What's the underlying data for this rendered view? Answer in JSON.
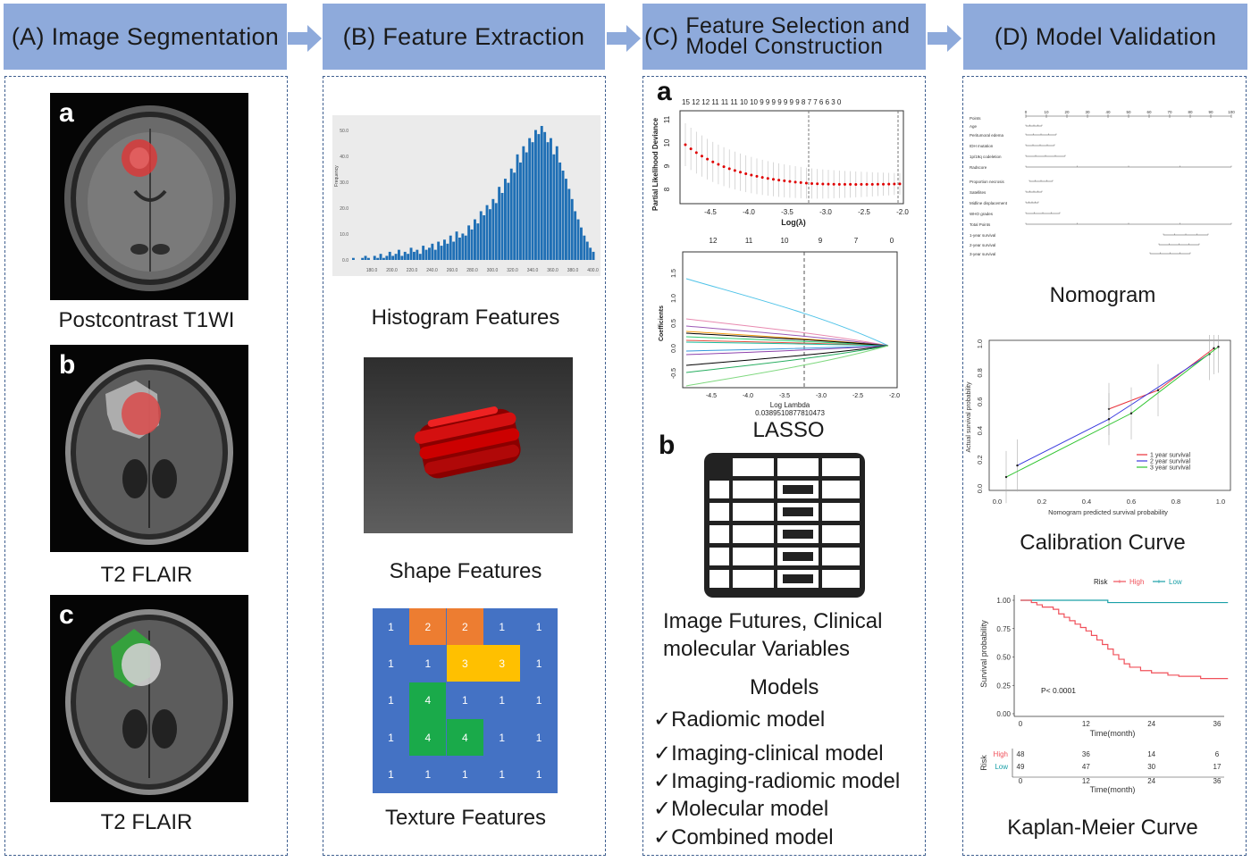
{
  "steps": [
    {
      "label": "(A) Image Segmentation"
    },
    {
      "label": "(B) Feature Extraction"
    },
    {
      "label": "(C) Feature Selection and Model Construction",
      "line1": "Feature Selection and",
      "line2": "Model Construction",
      "prefix": "(C)"
    },
    {
      "label": "(D) Model Validation"
    }
  ],
  "colors": {
    "header": "#8eaadb",
    "arrow": "#8eaadb",
    "panel_border": "#3f5f8f"
  },
  "panel_a": {
    "images": [
      {
        "letter": "a",
        "caption": "Postcontrast T1WI"
      },
      {
        "letter": "b",
        "caption": "T2 FLAIR"
      },
      {
        "letter": "c",
        "caption": "T2 FLAIR"
      }
    ]
  },
  "panel_b": {
    "histogram_caption": "Histogram Features",
    "histogram_y_ticks": [
      "0.0",
      "10.0",
      "20.0",
      "30.0",
      "40.0",
      "50.0"
    ],
    "histogram_y_label": "Frequency",
    "shape_caption": "Shape Features",
    "texture_caption": "Texture Features",
    "texture_grid": [
      [
        1,
        2,
        2,
        1,
        1
      ],
      [
        1,
        1,
        3,
        3,
        1
      ],
      [
        1,
        4,
        1,
        1,
        1
      ],
      [
        1,
        4,
        4,
        1,
        1
      ],
      [
        1,
        1,
        1,
        1,
        1
      ]
    ]
  },
  "panel_c": {
    "letter_a": "a",
    "cv_top_counts": "15 12 12 11 11 11 10 10 9 9 9 9 9 9 9 8 7 7 6 6 3 0",
    "cv_ylabel": "Partial Likelihood Deviance",
    "cv_xlabel": "Log(λ)",
    "cv_yticks": [
      "8",
      "9",
      "10",
      "11"
    ],
    "xticks": [
      "-4.5",
      "-4.0",
      "-3.5",
      "-3.0",
      "-2.5",
      "-2.0"
    ],
    "path_top_counts": [
      "12",
      "11",
      "10",
      "9",
      "7",
      "0"
    ],
    "path_ylabel": "Coefficients",
    "path_yticks": [
      "-0.5",
      "0.0",
      "0.5",
      "1.0",
      "1.5"
    ],
    "path_xlabel": "Log Lambda",
    "path_lambda": "0.0389510877810473",
    "lasso_caption": "LASSO",
    "letter_b": "b",
    "table_caption_1": "Image Futures, Clinical",
    "table_caption_2": "molecular Variables",
    "models_title": "Models",
    "models": [
      "Radiomic model",
      "Imaging-clinical model",
      "Imaging-radiomic model",
      "Molecular model",
      "Combined model"
    ],
    "check": "✓"
  },
  "panel_d": {
    "nomogram_caption": "Nomogram",
    "nomogram_rows": [
      "Points",
      "Age",
      "Peritumoral edema",
      "IDH mutation",
      "1p/19q codeletion",
      "Radscore",
      "Proportion necrosis",
      "Satellites",
      "Midline displacement",
      "WHO grades",
      "Total Points",
      "1-year survival",
      "2-year survival",
      "3-year survival"
    ],
    "nomogram_points_ticks": [
      "0",
      "10",
      "20",
      "30",
      "40",
      "50",
      "60",
      "70",
      "80",
      "90",
      "100"
    ],
    "calibration_caption": "Calibration Curve",
    "calibration_xlabel": "Nomogram predicted survival probability",
    "calibration_ylabel": "Actual survival probability",
    "calibration_ticks": [
      "0.0",
      "0.2",
      "0.4",
      "0.6",
      "0.8",
      "1.0"
    ],
    "calibration_legend": [
      {
        "name": "1 year survival",
        "color": "#e8303a"
      },
      {
        "name": "2 year survival",
        "color": "#3a3adf"
      },
      {
        "name": "3 year survival",
        "color": "#2ec42e"
      }
    ],
    "km_caption": "Kaplan-Meier Curve",
    "km_legend_title": "Risk",
    "km_legend": [
      {
        "name": "High",
        "color": "#f0505a"
      },
      {
        "name": "Low",
        "color": "#1aa0a8"
      }
    ],
    "km_ylabel": "Survival probability",
    "km_yticks": [
      "0.00",
      "0.25",
      "0.50",
      "0.75",
      "1.00"
    ],
    "km_xticks": [
      "0",
      "12",
      "24",
      "36"
    ],
    "km_xlabel": "Time(month)",
    "km_pvalue": "P< 0.0001",
    "risk_table_label": "Risk",
    "risk_rows": [
      {
        "name": "High",
        "color": "#f0505a",
        "values": [
          "48",
          "36",
          "14",
          "6"
        ]
      },
      {
        "name": "Low",
        "color": "#1aa0a8",
        "values": [
          "49",
          "47",
          "30",
          "17"
        ]
      }
    ]
  }
}
